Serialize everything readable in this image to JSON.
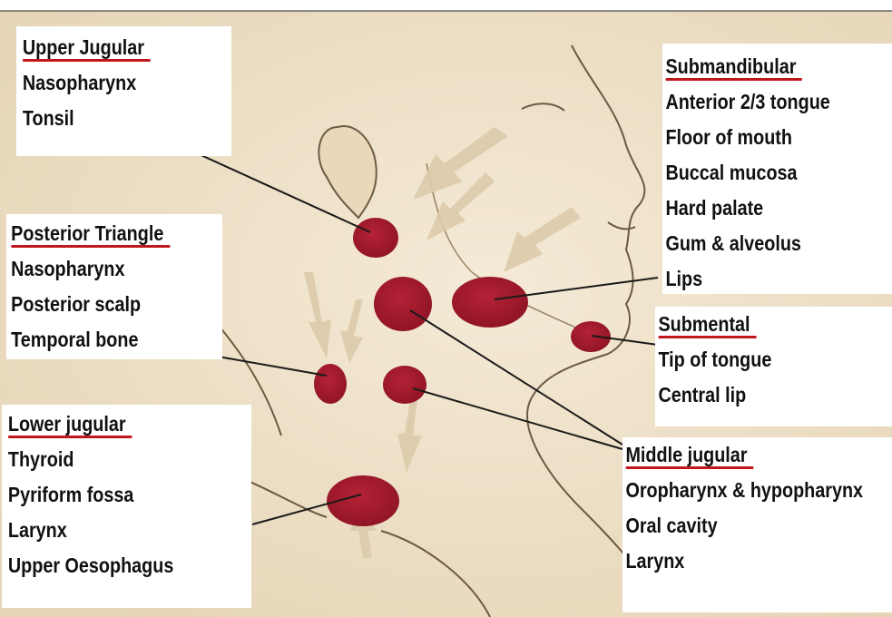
{
  "groups": {
    "upper_jugular": {
      "title": "Upper Jugular",
      "items": [
        "Nasopharynx",
        "Tonsil"
      ]
    },
    "posterior_triangle": {
      "title": "Posterior Triangle",
      "items": [
        "Nasopharynx",
        "Posterior scalp",
        "Temporal bone"
      ]
    },
    "lower_jugular": {
      "title": "Lower jugular",
      "items": [
        "Thyroid",
        "Pyriform fossa",
        "Larynx",
        "Upper Oesophagus"
      ]
    },
    "submandibular": {
      "title": "Submandibular",
      "items": [
        "Anterior 2/3 tongue",
        "Floor of mouth",
        "Buccal mucosa",
        "Hard palate",
        "Gum & alveolus",
        "Lips"
      ]
    },
    "submental": {
      "title": "Submental",
      "items": [
        "Tip of tongue",
        "Central lip"
      ]
    },
    "middle_jugular": {
      "title": "Middle jugular",
      "items": [
        "Oropharynx & hypopharynx",
        "Oral cavity",
        "Larynx"
      ]
    }
  },
  "colors": {
    "node": "#a41a2b",
    "underline": "#c0171c",
    "skin": "#efe2c9",
    "arrow": "#d9c7a8"
  }
}
